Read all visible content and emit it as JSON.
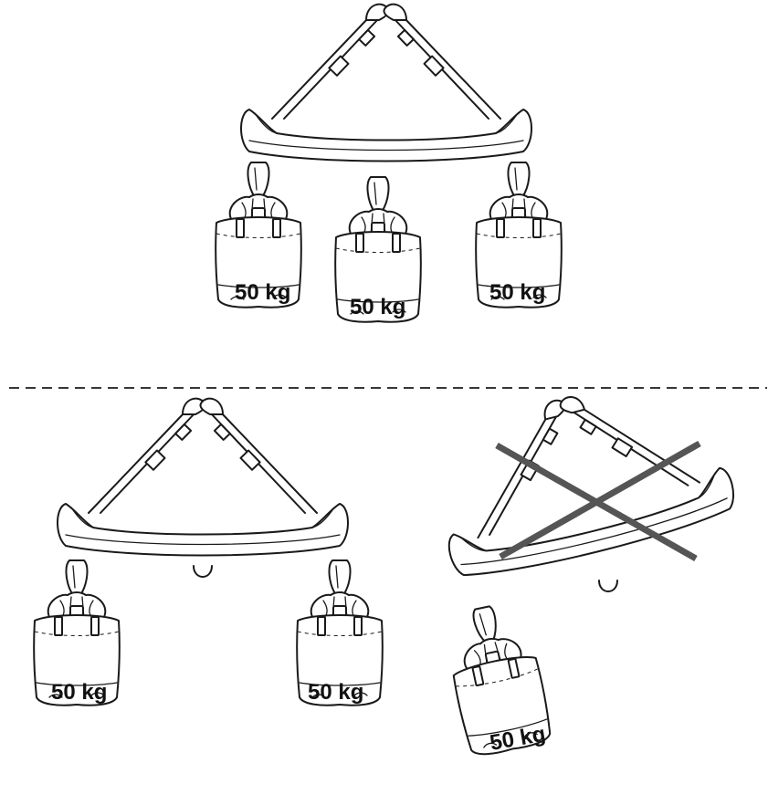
{
  "colors": {
    "line": "#1a1a1a",
    "cross_mark": "#555555",
    "background": "#ffffff"
  },
  "scenarios": [
    {
      "id": "three-bags",
      "status": "correct",
      "loads": [
        "50 kg",
        "50 kg",
        "50 kg"
      ]
    },
    {
      "id": "two-bags-balanced",
      "status": "correct",
      "loads": [
        "50 kg",
        "50 kg"
      ]
    },
    {
      "id": "one-bag-offset",
      "status": "incorrect",
      "loads": [
        "50 kg"
      ]
    }
  ]
}
